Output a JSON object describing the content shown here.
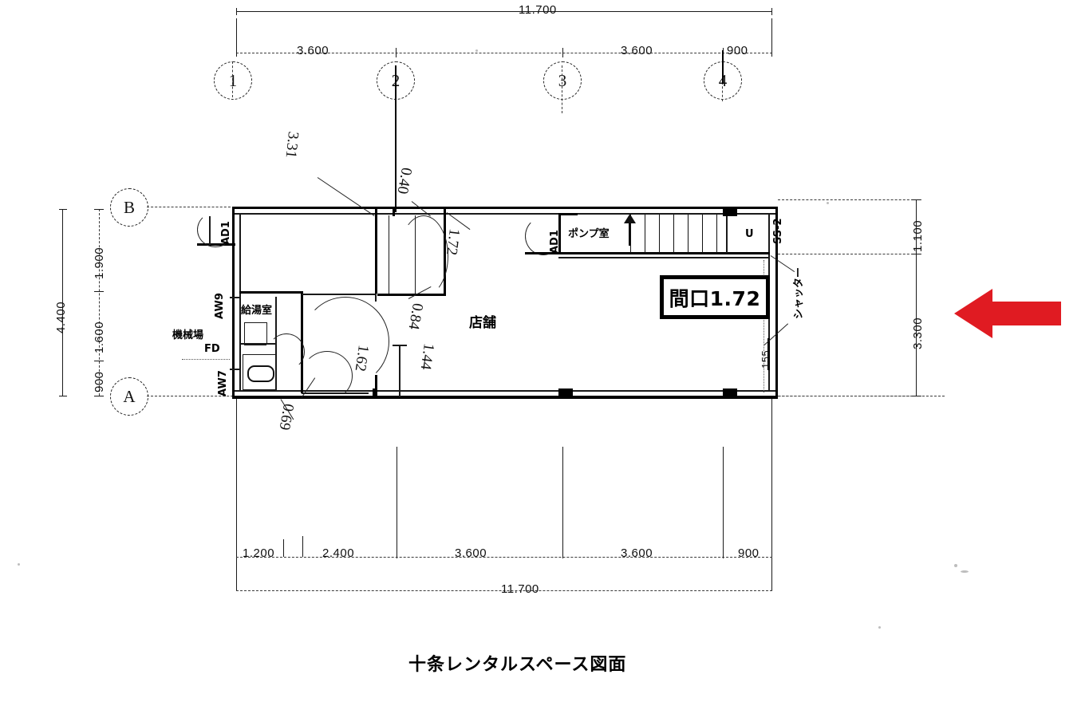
{
  "title": "十条レンタルスペース図面",
  "callout": {
    "label": "間口1.72"
  },
  "grid": {
    "top_bubbles": [
      "1",
      "2",
      "3",
      "4"
    ],
    "left_bubbles": [
      "B",
      "A"
    ]
  },
  "dimensions": {
    "top_overall": "11.700",
    "top_chain": [
      "3.600",
      "3.600",
      "900"
    ],
    "bottom_overall": "11.700",
    "bottom_chain": [
      "1.200",
      "2.400",
      "3.600",
      "3.600",
      "900"
    ],
    "left_overall": "4.400",
    "left_chain": [
      "1.900",
      "1.600",
      "900"
    ],
    "right_chain": [
      "1.100",
      "3.300"
    ],
    "wall_mark_155": "155"
  },
  "rooms": [
    {
      "name": "店舗"
    },
    {
      "name": "給湯室"
    },
    {
      "name": "ポンプ室"
    },
    {
      "name": "機械場"
    }
  ],
  "annotations": {
    "fd": "FD",
    "ad1_left": "AD1",
    "ad1_stair": "AD1",
    "aw7": "AW7",
    "aw9": "AW9",
    "ss2": "SS-2",
    "u_mark": "U",
    "shutter": "シャッター"
  },
  "handwritten_dims": {
    "d_3_31": "3.31",
    "d_0_40": "0.40",
    "d_1_72_top": "1.72",
    "d_0_84": "0.84",
    "d_1_44": "1.44",
    "d_1_62": "1.62",
    "d_0_69": "0.69"
  },
  "colors": {
    "arrow_red": "#E01B22",
    "ink": "#111111",
    "paper": "#FFFFFF"
  }
}
